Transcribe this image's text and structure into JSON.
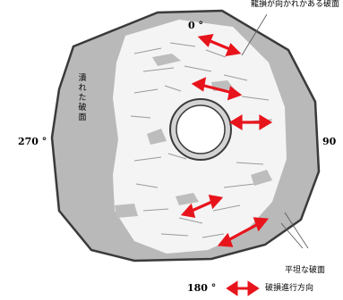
{
  "labels": {
    "top_note": "龍損が向かれかある破面",
    "crushed": "潰れた破面",
    "flat": "平坦な破面",
    "legend": "破損進行方向"
  },
  "angles": {
    "top": "0 °",
    "right": "90",
    "bottom": "180 °",
    "left": "270 °"
  },
  "colors": {
    "outline": "#3a3a3a",
    "face_gray": "#b9b9b9",
    "face_light": "#f4f4f4",
    "arrow": "#e8141c"
  }
}
